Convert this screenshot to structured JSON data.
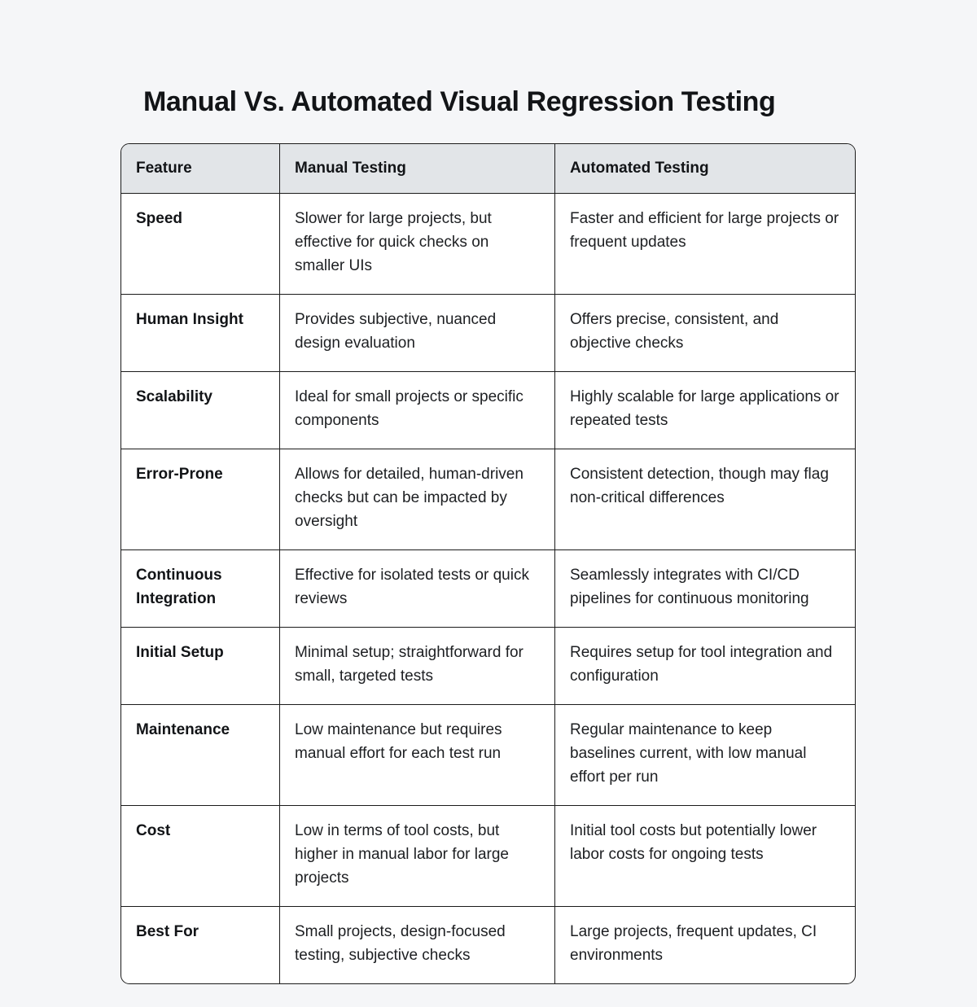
{
  "colors": {
    "page_background": "#f5f6f8",
    "table_background": "#ffffff",
    "header_background": "#e2e5e8",
    "border": "#1b1b1b",
    "title_text": "#121417",
    "body_text": "#1d1f22"
  },
  "document": {
    "title": "Manual Vs. Automated Visual Regression Testing"
  },
  "table": {
    "columns": [
      {
        "key": "feature",
        "label": "Feature"
      },
      {
        "key": "manual",
        "label": "Manual Testing"
      },
      {
        "key": "automated",
        "label": "Automated Testing"
      }
    ],
    "rows": [
      {
        "feature": "Speed",
        "manual": "Slower for large projects, but effective for quick checks on smaller UIs",
        "automated": "Faster and efficient for large projects or frequent updates"
      },
      {
        "feature": "Human Insight",
        "manual": "Provides subjective, nuanced design evaluation",
        "automated": "Offers precise, consistent, and objective checks"
      },
      {
        "feature": "Scalability",
        "manual": "Ideal for small projects or specific components",
        "automated": "Highly scalable for large applications or repeated tests"
      },
      {
        "feature": "Error-Prone",
        "manual": "Allows for detailed, human-driven checks but can be impacted by oversight",
        "automated": "Consistent detection, though may flag non-critical differences"
      },
      {
        "feature": "Continuous Integration",
        "manual": "Effective for isolated tests or quick reviews",
        "automated": "Seamlessly integrates with CI/CD pipelines for continuous monitoring"
      },
      {
        "feature": "Initial Setup",
        "manual": "Minimal setup; straightforward for small, targeted tests",
        "automated": "Requires setup for tool integration and configuration"
      },
      {
        "feature": "Maintenance",
        "manual": "Low maintenance but requires manual effort for each test run",
        "automated": "Regular maintenance to keep baselines current, with low manual effort per run"
      },
      {
        "feature": "Cost",
        "manual": "Low in terms of tool costs, but higher in manual labor for large projects",
        "automated": "Initial tool costs but potentially lower labor costs for ongoing tests"
      },
      {
        "feature": "Best For",
        "manual": "Small projects, design-focused testing, subjective checks",
        "automated": "Large projects, frequent updates, CI environments"
      }
    ]
  }
}
